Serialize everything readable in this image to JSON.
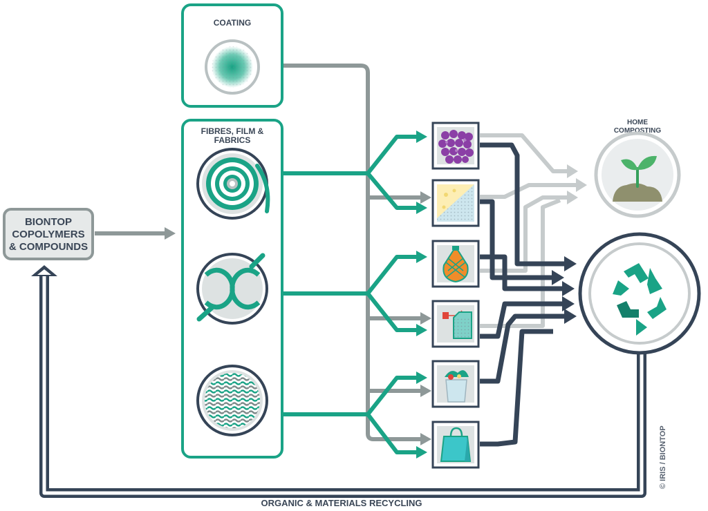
{
  "labels": {
    "coating": "COATING",
    "fibres_line1": "FIBRES, FILM &",
    "fibres_line2": "FABRICS",
    "source_line1": "BIONTOP",
    "source_line2": "COPOLYMERS",
    "source_line3": "& COMPOUNDS",
    "home_line1": "HOME",
    "home_line2": "COMPOSTING",
    "recycling": "ORGANIC & MATERIALS RECYCLING",
    "credit": "© IRIS / BIONTOP"
  },
  "products": [
    {
      "name": "fruit-product-icon"
    },
    {
      "name": "cheese-product-icon"
    },
    {
      "name": "net-bag-product-icon"
    },
    {
      "name": "tea-bag-product-icon"
    },
    {
      "name": "wrap-product-icon"
    },
    {
      "name": "shopping-bag-product-icon"
    }
  ],
  "colors": {
    "teal": "#1aa386",
    "grey": "#8e9898",
    "navy": "#354457",
    "light_grey": "#c6cbcc"
  }
}
